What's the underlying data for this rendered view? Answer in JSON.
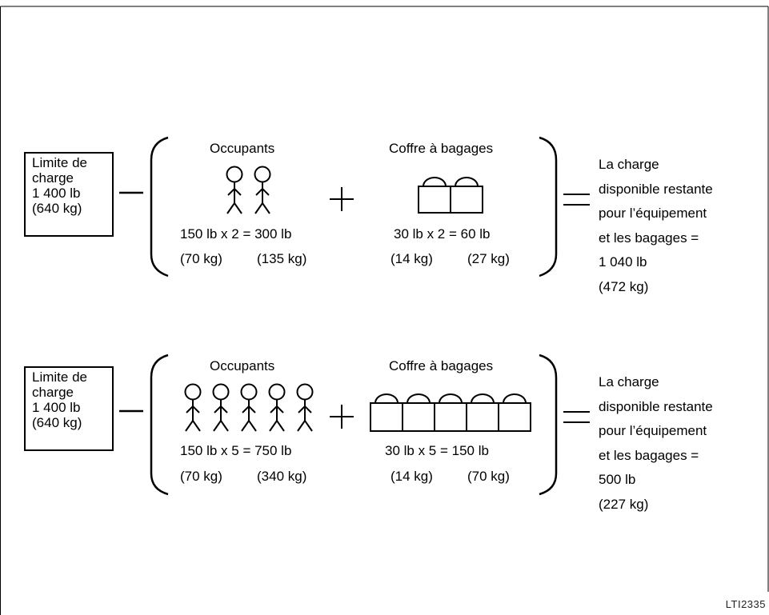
{
  "panels": [
    {
      "limit_box": [
        "Limite de",
        "charge",
        "1 400 lb",
        "(640 kg)"
      ],
      "occupants": {
        "title": "Occupants",
        "count": 2,
        "equation": "150 lb x 2 = 300 lb",
        "kg_unit": "(70 kg)",
        "kg_total": "(135 kg)"
      },
      "luggage": {
        "title": "Coffre à bagages",
        "count": 2,
        "equation": "30 lb x 2 = 60 lb",
        "kg_unit": "(14 kg)",
        "kg_total": "(27 kg)"
      },
      "result": [
        "La charge",
        "disponible restante",
        "pour l’équipement",
        "et les bagages =",
        "1 040 lb",
        "(472 kg)"
      ]
    },
    {
      "limit_box": [
        "Limite de",
        "charge",
        "1 400 lb",
        "(640 kg)"
      ],
      "occupants": {
        "title": "Occupants",
        "count": 5,
        "equation": "150 lb x 5 = 750 lb",
        "kg_unit": "(70 kg)",
        "kg_total": "(340 kg)"
      },
      "luggage": {
        "title": "Coffre à bagages",
        "count": 5,
        "equation": "30 lb x 5 = 150 lb",
        "kg_unit": "(14 kg)",
        "kg_total": "(70 kg)"
      },
      "result": [
        "La charge",
        "disponible restante",
        "pour l’équipement",
        "et les bagages =",
        "500 lb",
        "(227 kg)"
      ]
    }
  ],
  "ref_code": "LTI2335"
}
